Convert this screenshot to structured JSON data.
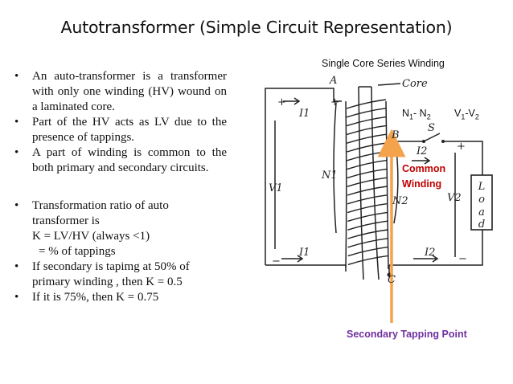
{
  "slide": {
    "title": "Autotransformer (Simple Circuit Representation)"
  },
  "bullets": {
    "b1": "An auto-transformer is a transformer with only one winding (HV) wound on a laminated core.",
    "b2": "Part of the HV acts as LV due to the presence of tappings.",
    "b3": "A part of winding is common to the both primary and secondary circuits.",
    "b4": "Transformation ratio of auto transformer is",
    "k_line": "K = LV/HV (always <1)",
    "pct_line": "= % of tappings",
    "b5": "If secondary is tapimg at 50% of primary winding , then K = 0.5",
    "b6": "If it is 75%, then K = 0.75",
    "bullet_symbol": "•"
  },
  "diagram": {
    "heading": "Single Core Series Winding",
    "ratio_n": "N",
    "ratio_n1": "1",
    "ratio_dash": "- N",
    "ratio_n2": "2",
    "ratio_v": "V",
    "ratio_v1": "1",
    "ratio_vdash": "-V",
    "ratio_v2": "2",
    "common_1": "Common",
    "common_2": "Winding",
    "tapping_label": "Secondary Tapping Point",
    "hand": {
      "a": "A",
      "core": "Core",
      "plus_a": "+",
      "i1_top": "I1",
      "n1": "N1",
      "v1": "V1",
      "b": "B",
      "s": "S",
      "i2_top": "I2",
      "plus_right": "+",
      "n2": "N2",
      "v2": "V2",
      "load": [
        "L",
        "o",
        "a",
        "d"
      ],
      "i1_bottom": "I1",
      "i2_bottom": "I2",
      "minus_left": "−",
      "minus_right": "−",
      "c": "C",
      "plus_left": "+"
    },
    "colors": {
      "ink": "#222222",
      "arrow": "#f4a24b",
      "common": "#c00000",
      "tapping": "#7030a0"
    }
  }
}
